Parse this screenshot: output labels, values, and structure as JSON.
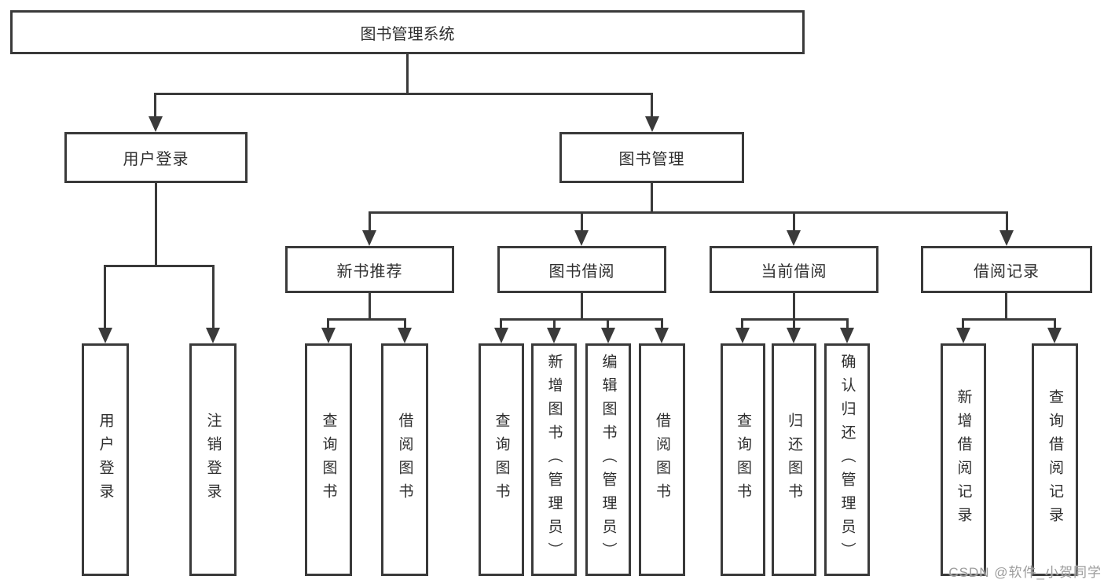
{
  "title": "图书管理系统",
  "level2": {
    "user_login": "用户登录",
    "book_management": "图书管理"
  },
  "level3": {
    "new_book_recommend": "新书推荐",
    "book_borrowing": "图书借阅",
    "current_borrowing": "当前借阅",
    "borrowing_records": "借阅记录"
  },
  "leaves": {
    "user_login": "用户登录",
    "logout": "注销登录",
    "recommend_query_book": "查询图书",
    "recommend_borrow_book": "借阅图书",
    "borrow_query_book": "查询图书",
    "borrow_add_book_admin": "新增图书（管理员）",
    "borrow_edit_book_admin": "编辑图书（管理员）",
    "borrow_borrow_book": "借阅图书",
    "current_query_book": "查询图书",
    "current_return_book": "归还图书",
    "current_confirm_return_admin": "确认归还（管理员）",
    "records_add_record": "新增借阅记录",
    "records_query_record": "查询借阅记录"
  },
  "watermark": "CSDN @软件_小贺同学",
  "colors": {
    "line": "#3a3a3a",
    "text": "#2e2e2e",
    "watermark": "#9c9c9c",
    "background": "#ffffff"
  }
}
